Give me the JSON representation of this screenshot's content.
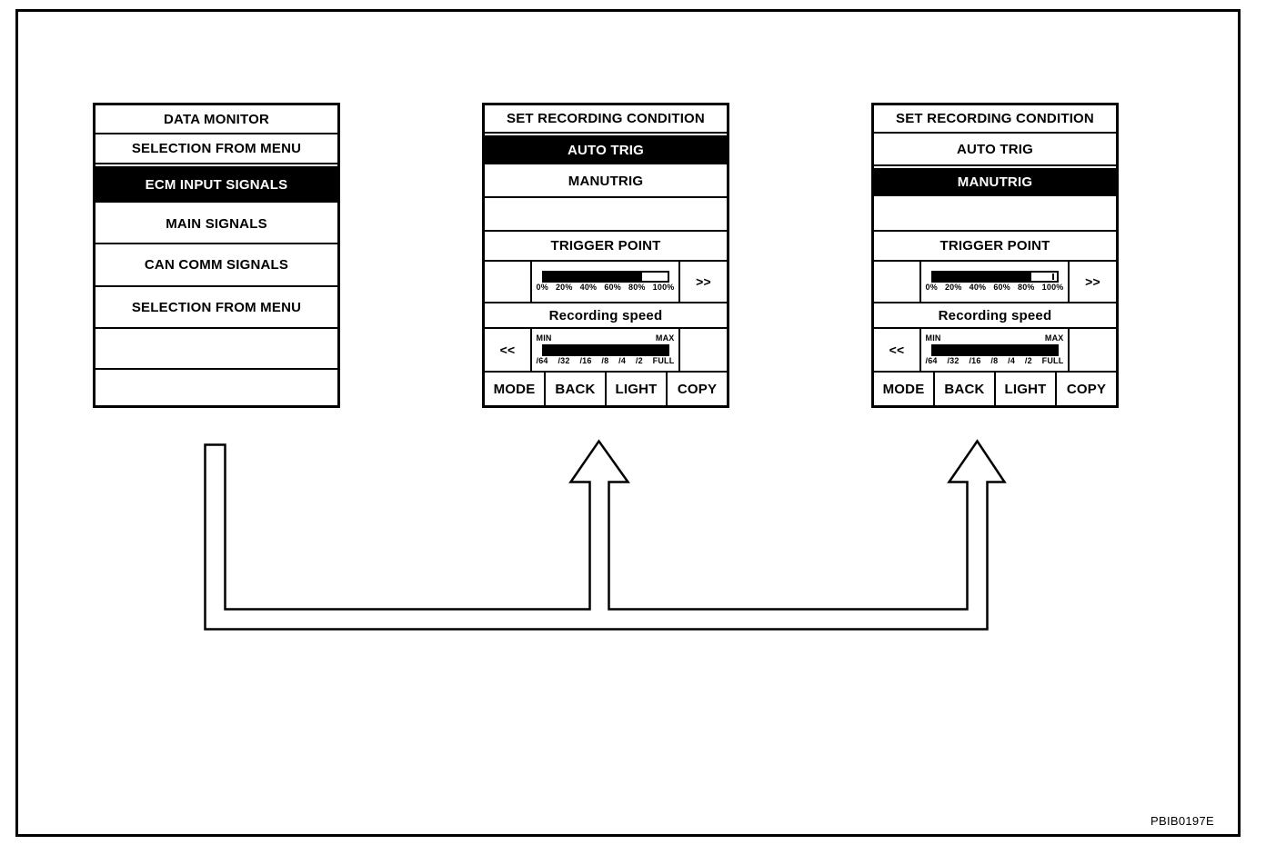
{
  "figure": {
    "code": "PBIB0197E"
  },
  "colors": {
    "foreground": "#000000",
    "background": "#ffffff"
  },
  "data_monitor_screen": {
    "rows": [
      {
        "label": "DATA MONITOR",
        "selected": false
      },
      {
        "label": "SELECTION FROM MENU",
        "selected": false
      },
      {
        "label": "ECM INPUT SIGNALS",
        "selected": true
      },
      {
        "label": "MAIN SIGNALS",
        "selected": false
      },
      {
        "label": "CAN COMM SIGNALS",
        "selected": false
      },
      {
        "label": "SELECTION FROM MENU",
        "selected": false
      },
      {
        "label": "",
        "selected": false
      },
      {
        "label": "",
        "selected": false
      }
    ]
  },
  "recording_screens": [
    {
      "title": "SET RECORDING CONDITION",
      "trig_options": [
        {
          "label": "AUTO TRIG",
          "selected": true
        },
        {
          "label": "MANUTRIG",
          "selected": false
        }
      ],
      "trigger_point": {
        "label": "TRIGGER POINT",
        "fill_percent": 80,
        "ticks": [
          "0%",
          "20%",
          "40%",
          "60%",
          "80%",
          "100%"
        ],
        "forward_button": ">>",
        "end_tick": false
      },
      "recording_speed": {
        "label": "Recording speed",
        "min_label": "MIN",
        "max_label": "MAX",
        "fill_percent": 100,
        "ticks": [
          "/64",
          "/32",
          "/16",
          "/8",
          "/4",
          "/2",
          "FULL"
        ],
        "back_button": "<<"
      },
      "function_keys": [
        "MODE",
        "BACK",
        "LIGHT",
        "COPY"
      ]
    },
    {
      "title": "SET RECORDING CONDITION",
      "trig_options": [
        {
          "label": "AUTO TRIG",
          "selected": false
        },
        {
          "label": "MANUTRIG",
          "selected": true
        }
      ],
      "trigger_point": {
        "label": "TRIGGER POINT",
        "fill_percent": 80,
        "ticks": [
          "0%",
          "20%",
          "40%",
          "60%",
          "80%",
          "100%"
        ],
        "forward_button": ">>",
        "end_tick": true
      },
      "recording_speed": {
        "label": "Recording speed",
        "min_label": "MIN",
        "max_label": "MAX",
        "fill_percent": 100,
        "ticks": [
          "/64",
          "/32",
          "/16",
          "/8",
          "/4",
          "/2",
          "FULL"
        ],
        "back_button": "<<"
      },
      "function_keys": [
        "MODE",
        "BACK",
        "LIGHT",
        "COPY"
      ]
    }
  ]
}
